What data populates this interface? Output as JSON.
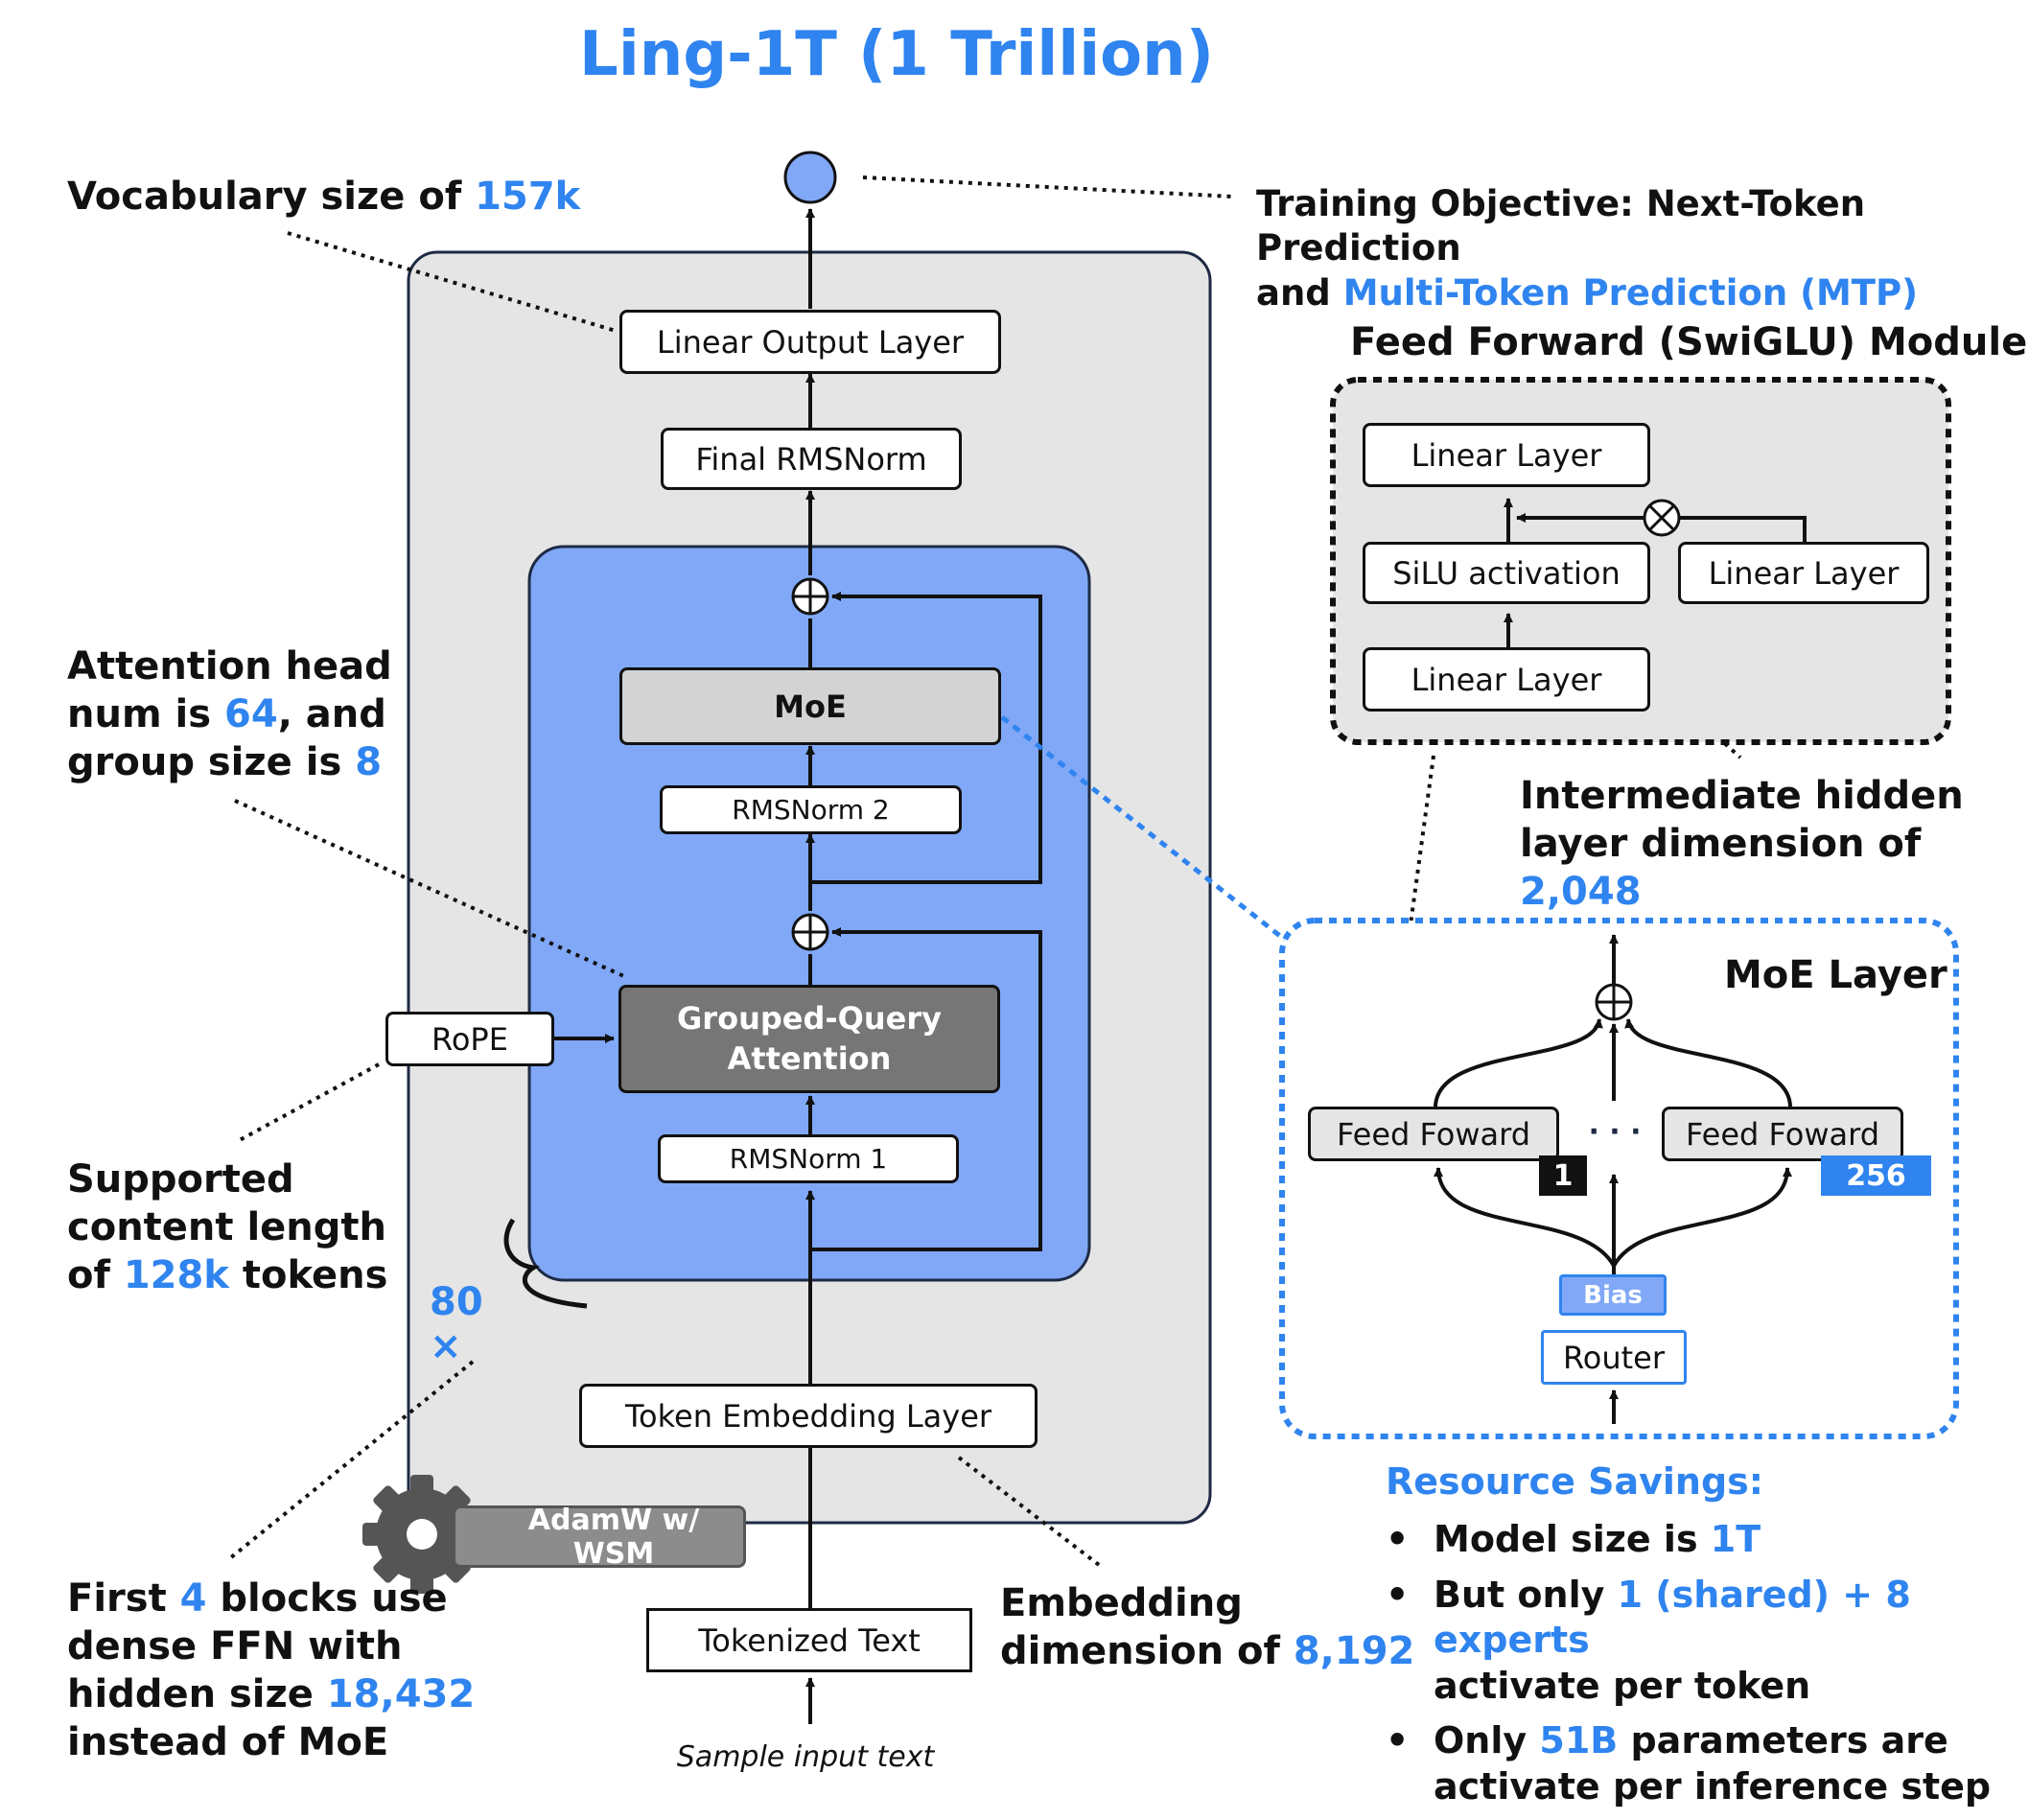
{
  "title": "Ling-1T (1 Trillion)",
  "main_stack": {
    "linear_output_layer": "Linear Output Layer",
    "final_rmsnorm": "Final RMSNorm",
    "moe": "MoE",
    "rmsnorm2": "RMSNorm 2",
    "gqa_line1": "Grouped-Query",
    "gqa_line2": "Attention",
    "rmsnorm1": "RMSNorm 1",
    "rope": "RoPE",
    "repeat": "80 ×",
    "token_embedding_layer": "Token Embedding Layer",
    "tokenized_text": "Tokenized Text",
    "sample_input": "Sample input text",
    "optimizer": "AdamW w/ WSM"
  },
  "annotations": {
    "vocab": {
      "prefix": "Vocabulary size of ",
      "value": "157k"
    },
    "training": {
      "line1": "Training Objective: Next-Token Prediction",
      "prefix": "and ",
      "value": "Multi-Token Prediction (MTP)"
    },
    "attention": {
      "line1": "Attention head",
      "l2_prefix": "num is ",
      "heads": "64",
      "l2_suffix": ", and",
      "l3_prefix": "group size is ",
      "group": "8"
    },
    "context": {
      "line1": "Supported",
      "line2": "content length",
      "l3_prefix": "of ",
      "value": "128k",
      "l3_suffix": " tokens"
    },
    "dense": {
      "l1_prefix": "First ",
      "blocks": "4",
      "l1_suffix": " blocks use",
      "line2": "dense FFN with",
      "l3_prefix": "hidden size ",
      "hidden": "18,432",
      "line4": "instead of MoE"
    },
    "embedding": {
      "line1": "Embedding",
      "prefix": "dimension of ",
      "value": "8,192"
    },
    "intermediate": {
      "line1": "Intermediate hidden",
      "prefix": "layer dimension of ",
      "value": "2,048"
    }
  },
  "ffn_module": {
    "title": "Feed Forward (SwiGLU) Module",
    "linear_top": "Linear Layer",
    "silu": "SiLU activation",
    "linear_right": "Linear Layer",
    "linear_bottom": "Linear Layer"
  },
  "moe_layer": {
    "title": "MoE Layer",
    "expert_left": "Feed Foward",
    "expert_right": "Feed Foward",
    "badge_left": "1",
    "badge_right": "256",
    "bias": "Bias",
    "router": "Router",
    "ellipsis": "· · ·"
  },
  "resource_savings": {
    "title": "Resource Savings:",
    "b1_prefix": "Model size is ",
    "b1_value": "1T",
    "b2_prefix": "But only ",
    "b2_value": "1 (shared) + 8 experts",
    "b2_suffix": "activate per token",
    "b3_prefix": "Only ",
    "b3_value": "51B",
    "b3_suffix": " parameters are",
    "b3_line2": "activate per inference step"
  },
  "colors": {
    "accent": "#2f84ef",
    "block_fill": "#80a8f7",
    "outer_fill": "#e5e5e5",
    "gqa_fill": "#767676",
    "moe_fill": "#d3d3d3",
    "bias_fill": "#80a8f7",
    "badge_dark": "#111111"
  }
}
